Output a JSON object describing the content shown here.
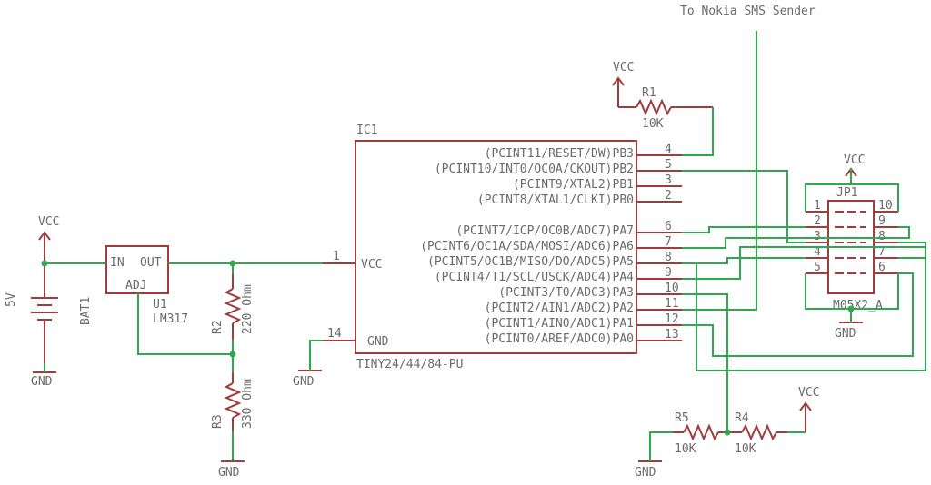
{
  "labels": {
    "top_note": "To Nokia SMS Sender",
    "vcc": "VCC",
    "gnd": "GND",
    "bat_name": "BAT1",
    "bat_value": "5V",
    "u1_name": "U1",
    "u1_part": "LM317",
    "u1_in": "IN",
    "u1_out": "OUT",
    "u1_adj": "ADJ",
    "r1_name": "R1",
    "r1_value": "10K",
    "r2_name": "R2",
    "r2_value": "220 Ohm",
    "r3_name": "R3",
    "r3_value": "330 Ohm",
    "r4_name": "R4",
    "r4_value": "10K",
    "r5_name": "R5",
    "r5_value": "10K",
    "ic_name": "IC1",
    "ic_part": "TINY24/44/84-PU",
    "ic_vcc": "VCC",
    "ic_gnd": "GND",
    "jp_name": "JP1",
    "jp_part": "M05X2_A"
  },
  "ic_right_pins": [
    {
      "label": "(PCINT11/RESET/DW)PB3",
      "num": "4"
    },
    {
      "label": "(PCINT10/INT0/OC0A/CKOUT)PB2",
      "num": "5"
    },
    {
      "label": "(PCINT9/XTAL2)PB1",
      "num": "3"
    },
    {
      "label": "(PCINT8/XTAL1/CLKI)PB0",
      "num": "2"
    },
    {
      "label": "(PCINT7/ICP/OC0B/ADC7)PA7",
      "num": "6"
    },
    {
      "label": "(PCINT6/OC1A/SDA/MOSI/ADC6)PA6",
      "num": "7"
    },
    {
      "label": "(PCINT5/OC1B/MISO/DO/ADC5)PA5",
      "num": "8"
    },
    {
      "label": "(PCINT4/T1/SCL/USCK/ADC4)PA4",
      "num": "9"
    },
    {
      "label": "(PCINT3/T0/ADC3)PA3",
      "num": "10"
    },
    {
      "label": "(PCINT2/AIN1/ADC2)PA2",
      "num": "11"
    },
    {
      "label": "(PCINT1/AIN0/ADC1)PA1",
      "num": "12"
    },
    {
      "label": "(PCINT0/AREF/ADC0)PA0",
      "num": "13"
    }
  ],
  "ic_left_pins": [
    {
      "num": "1"
    },
    {
      "num": "14"
    }
  ],
  "jp_left_pins": [
    "1",
    "2",
    "3",
    "4",
    "5"
  ],
  "jp_right_pins": [
    "10",
    "9",
    "8",
    "7",
    "6"
  ],
  "colors": {
    "wire": "#2fa84f",
    "component": "#a23b3b",
    "text": "#6b6b6b"
  }
}
